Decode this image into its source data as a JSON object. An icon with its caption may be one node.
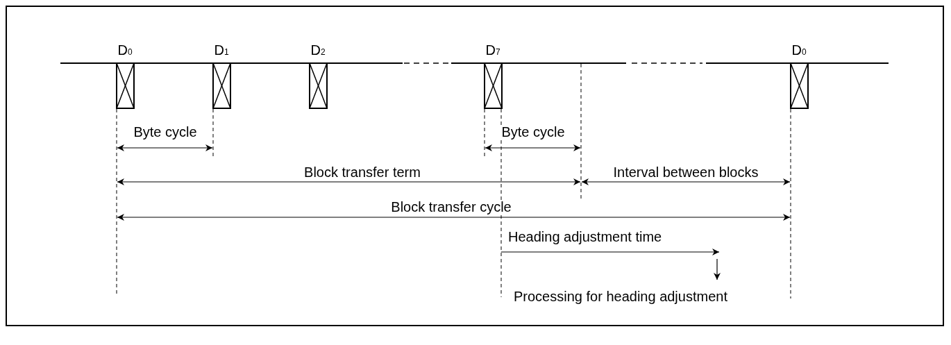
{
  "diagram": {
    "labels": [
      "D$_{0}$",
      "D$_{1}$",
      "D$_{2}$",
      "D$_{7}$",
      "D$_{0}$",
      "Byte cycle",
      "Byte cycle",
      "Block transfer term",
      "Interval between blocks",
      "Block transfer cycle",
      "Heading adjustment time",
      "Processing for heading adjustment"
    ]
  }
}
